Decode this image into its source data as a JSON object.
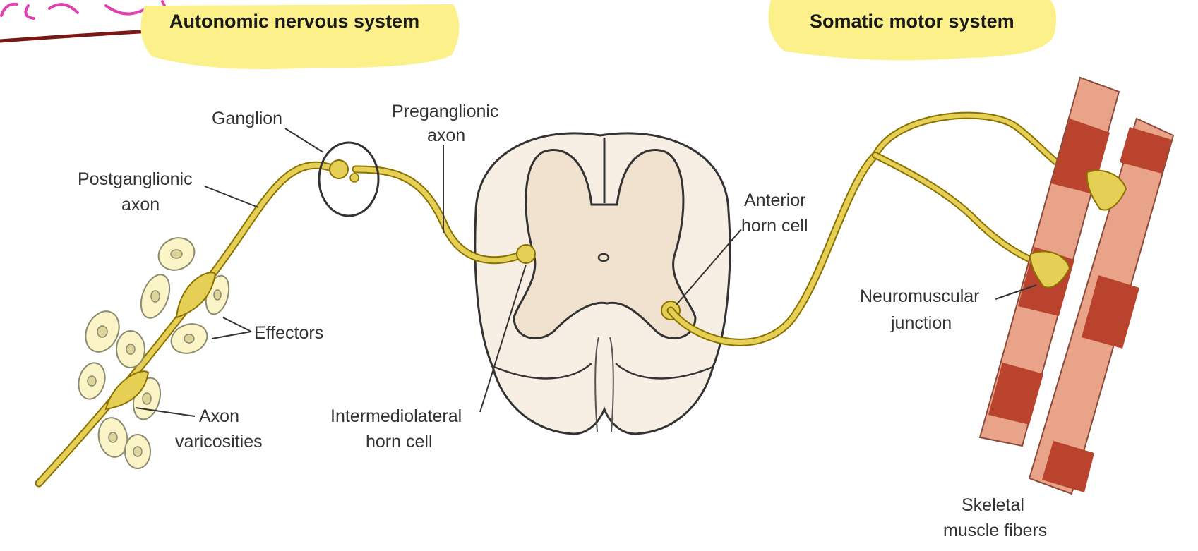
{
  "headers": {
    "autonomic": "Autonomic nervous system",
    "somatic": "Somatic motor system"
  },
  "labels": {
    "ganglion": "Ganglion",
    "preganglionic_1": "Preganglionic",
    "preganglionic_2": "axon",
    "postganglionic_1": "Postganglionic",
    "postganglionic_2": "axon",
    "effectors": "Effectors",
    "varicosities_1": "Axon",
    "varicosities_2": "varicosities",
    "intermediolateral_1": "Intermediolateral",
    "intermediolateral_2": "horn cell",
    "anterior_1": "Anterior",
    "anterior_2": "horn cell",
    "nmj_1": "Neuromuscular",
    "nmj_2": "junction",
    "skeletal_1": "Skeletal",
    "skeletal_2": "muscle fibers"
  },
  "colors": {
    "highlight": "#fcf08a",
    "axon": "#e6cf55",
    "grey_matter": "#f1e2cf",
    "white_matter": "#f8efe4",
    "muscle_light": "#e8a389",
    "muscle_band": "#b9432d",
    "annotation_pen": "#7a1616",
    "handwriting": "#e040b0"
  }
}
